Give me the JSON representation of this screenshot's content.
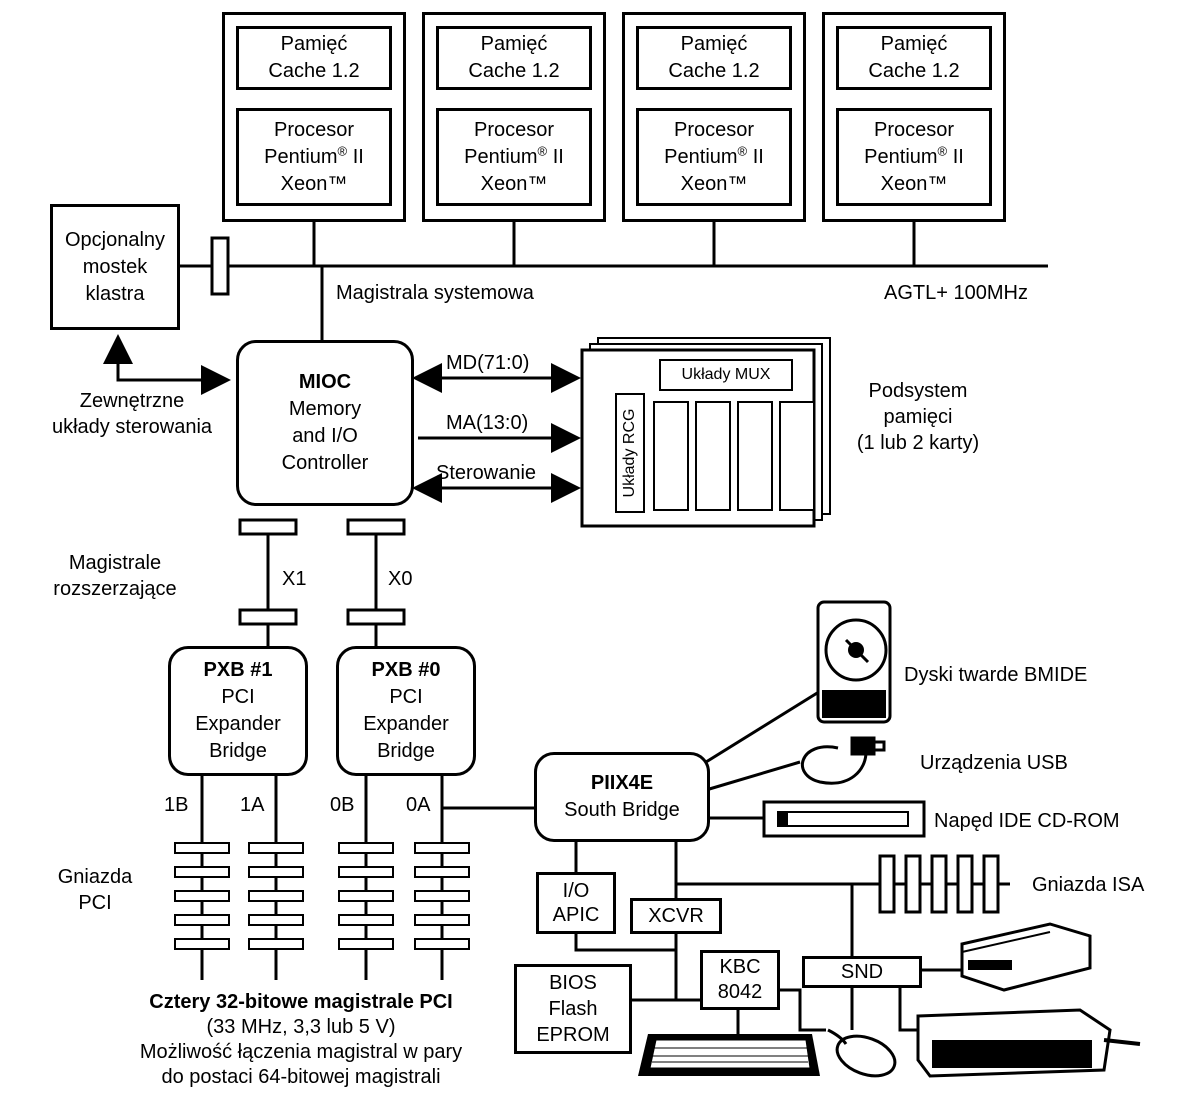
{
  "cpus": [
    {
      "cache_line1": "Pamięć",
      "cache_line2": "Cache 1.2",
      "cpu_line1": "Procesor",
      "cpu_line2": "Pentium",
      "cpu_sup": "®",
      "cpu_line2b": " II",
      "cpu_line3": "Xeon™"
    },
    {
      "cache_line1": "Pamięć",
      "cache_line2": "Cache 1.2",
      "cpu_line1": "Procesor",
      "cpu_line2": "Pentium",
      "cpu_sup": "®",
      "cpu_line2b": " II",
      "cpu_line3": "Xeon™"
    },
    {
      "cache_line1": "Pamięć",
      "cache_line2": "Cache 1.2",
      "cpu_line1": "Procesor",
      "cpu_line2": "Pentium",
      "cpu_sup": "®",
      "cpu_line2b": " II",
      "cpu_line3": "Xeon™"
    },
    {
      "cache_line1": "Pamięć",
      "cache_line2": "Cache 1.2",
      "cpu_line1": "Procesor",
      "cpu_line2": "Pentium",
      "cpu_sup": "®",
      "cpu_line2b": " II",
      "cpu_line3": "Xeon™"
    }
  ],
  "cluster": {
    "line1": "Opcjonalny",
    "line2": "mostek",
    "line3": "klastra"
  },
  "bus": {
    "system_label": "Magistrala systemowa",
    "agtl_label": "AGTL+ 100MHz"
  },
  "external": {
    "line1": "Zewnętrzne",
    "line2": "układy sterowania"
  },
  "mioc": {
    "title": "MIOC",
    "line1": "Memory",
    "line2": "and I/O",
    "line3": "Controller"
  },
  "memory_links": {
    "md": "MD(71:0)",
    "ma": "MA(13:0)",
    "ctrl": "Sterowanie"
  },
  "memory": {
    "mux": "Układy MUX",
    "rcg": "Układy RCG",
    "label1": "Podsystem",
    "label2": "pamięci",
    "label3": "(1 lub 2 karty)"
  },
  "expansion": {
    "line1": "Magistrale",
    "line2": "rozszerzające",
    "x1": "X1",
    "x0": "X0"
  },
  "pxb1": {
    "title": "PXB #1",
    "line1": "PCI",
    "line2": "Expander",
    "line3": "Bridge"
  },
  "pxb0": {
    "title": "PXB #0",
    "line1": "PCI",
    "line2": "Expander",
    "line3": "Bridge"
  },
  "pci_buses": {
    "b1": "1B",
    "a1": "1A",
    "b0": "0B",
    "a0": "0A"
  },
  "pci_slots": {
    "line1": "Gniazda",
    "line2": "PCI"
  },
  "piix": {
    "title": "PIIX4E",
    "line1": "South Bridge"
  },
  "devices": {
    "hdd": "Dyski twarde BMIDE",
    "usb": "Urządzenia USB",
    "cdrom": "Napęd IDE CD-ROM",
    "isa": "Gniazda ISA"
  },
  "small": {
    "ioapic1": "I/O",
    "ioapic2": "APIC",
    "xcvr": "XCVR",
    "bios1": "BIOS",
    "bios2": "Flash",
    "bios3": "EPROM",
    "kbc1": "KBC",
    "kbc2": "8042",
    "snd": "SND"
  },
  "caption": {
    "line1": "Cztery 32-bitowe magistrale PCI",
    "line2": "(33 MHz, 3,3 lub 5 V)",
    "line3": "Możliwość łączenia magistral w pary",
    "line4": "do postaci 64-bitowej magistrali"
  }
}
